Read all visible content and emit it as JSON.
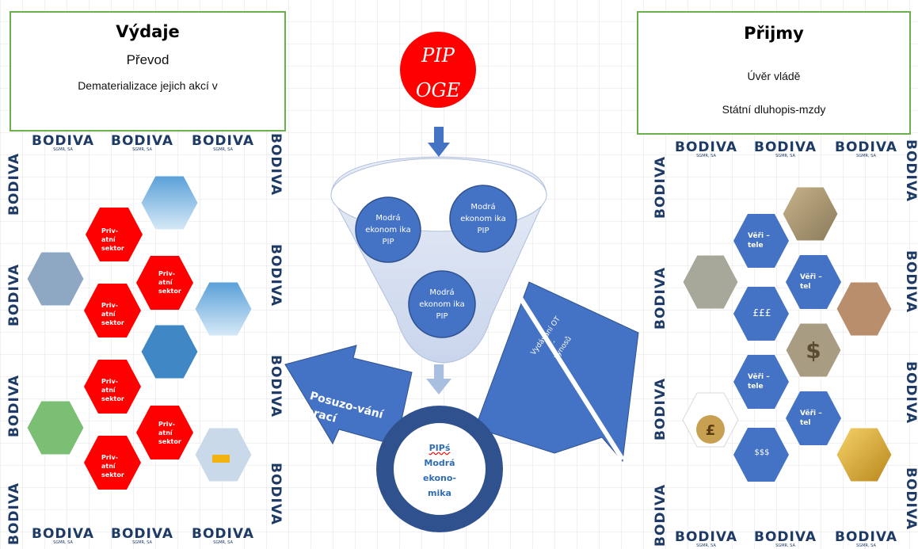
{
  "left_box": {
    "title": "Výdaje",
    "line1": "Převod",
    "line2": "Dematerializace jejich akcí v"
  },
  "right_box": {
    "title": "Přijmy",
    "line1": "Úvěr vládě",
    "line2": "Státní dluhopis-mzdy"
  },
  "pip_badge": {
    "line1": "PIP",
    "line2": "OGE"
  },
  "brand": {
    "name": "BODIVA",
    "subline": "SGMR, SA"
  },
  "funnel_circles": [
    "Modrá ekonom ika PIP",
    "Modrá ekonom ika PIP",
    "Modrá ekonom ika PIP"
  ],
  "left_arrow_label": "Posuzo-vání prací",
  "right_arrow_label": {
    "line1": "Vydávání OT",
    "line2": "-",
    "line3": "výnosů"
  },
  "center_ring": {
    "line1": "PIPś",
    "line2": "Modrá",
    "line3": "ekono-",
    "line4": "mika"
  },
  "left_hexes": [
    "Priv- atní sektor",
    "Priv- atní sektor",
    "Priv- atní sektor",
    "Priv- atní sektor",
    "Priv- atní sektor",
    "Priv- atní sektor"
  ],
  "right_hexes": [
    "Věři – tele",
    "Věři – tel",
    "£££",
    "Věři – tele",
    "Věři – tel",
    "$$$"
  ],
  "colors": {
    "red": "#ff0000",
    "blue": "#4472c4",
    "dark_blue": "#1e3a66",
    "green_border": "#6ab04c",
    "white": "#ffffff"
  }
}
